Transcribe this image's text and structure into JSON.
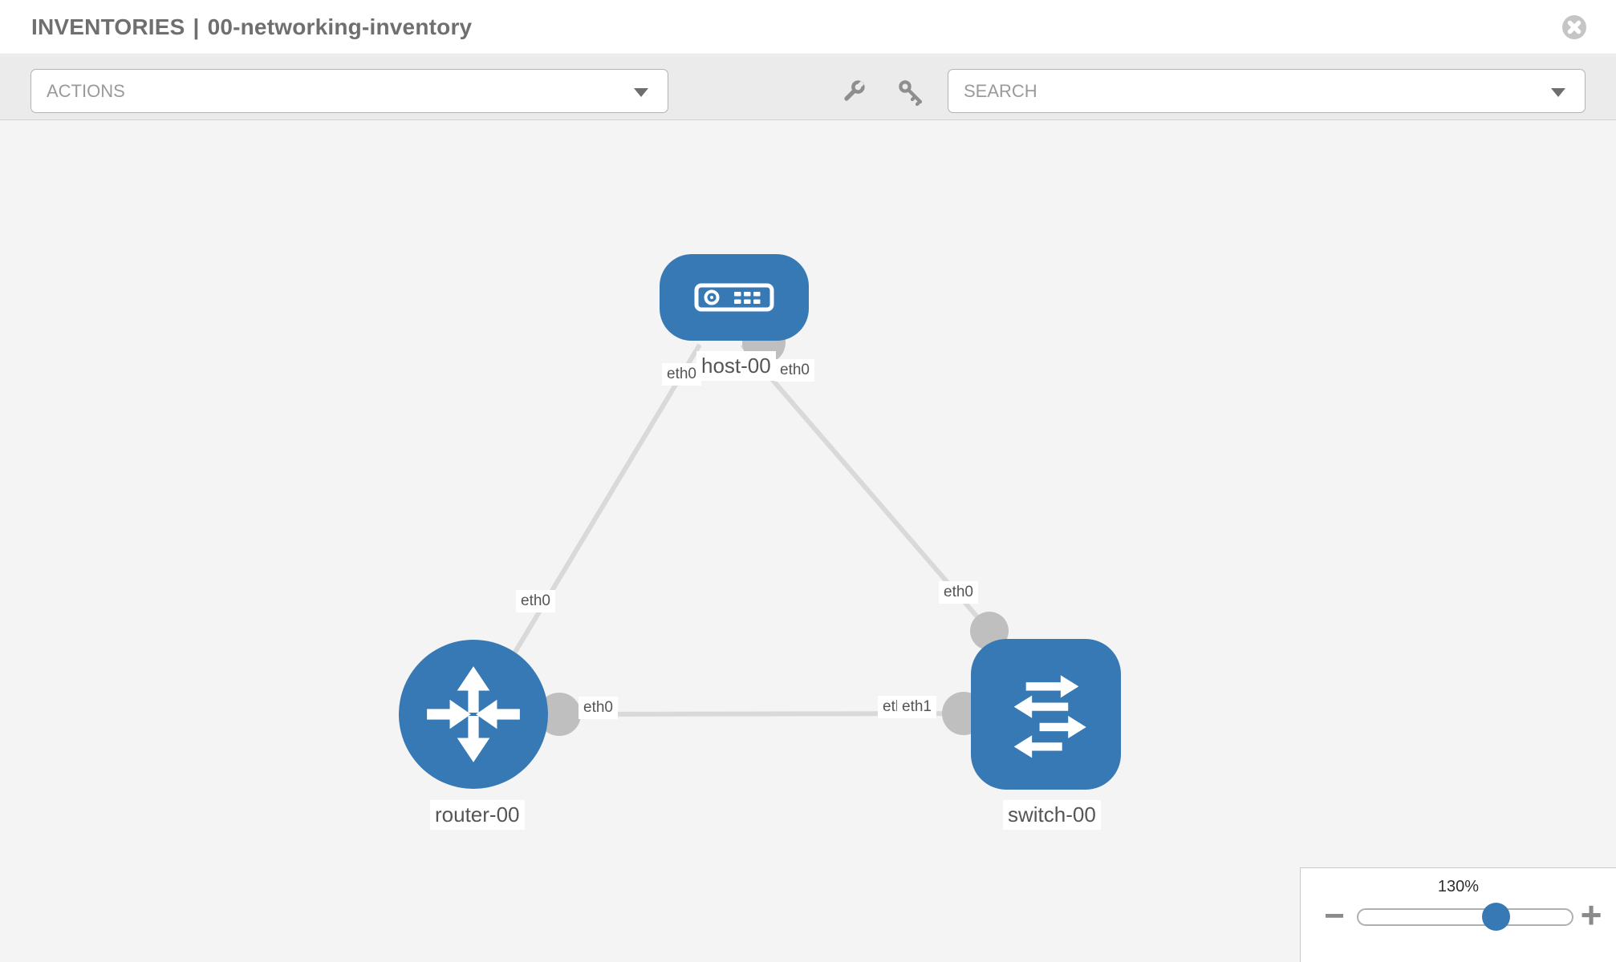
{
  "header": {
    "section": "INVENTORIES",
    "separator": "|",
    "inventory_name": "00-networking-inventory"
  },
  "toolbar": {
    "actions_label": "ACTIONS",
    "search_placeholder": "SEARCH",
    "icons": [
      "wrench-icon",
      "key-icon"
    ]
  },
  "topology": {
    "nodes": [
      {
        "id": "host-00",
        "type": "host",
        "label": "host-00"
      },
      {
        "id": "router-00",
        "type": "router",
        "label": "router-00"
      },
      {
        "id": "switch-00",
        "type": "switch",
        "label": "switch-00"
      }
    ],
    "links": [
      {
        "from": "host-00",
        "from_if": "eth0",
        "to": "router-00",
        "to_if": "eth0"
      },
      {
        "from": "host-00",
        "from_if": "eth0",
        "to": "switch-00",
        "to_if": "eth0"
      },
      {
        "from": "router-00",
        "from_if": "eth0",
        "to": "switch-00",
        "to_if": "eth1"
      }
    ],
    "occluded_interface_label": "eth0"
  },
  "zoom_control": {
    "level": "130%",
    "minus_glyph": "−",
    "plus_glyph": "+"
  },
  "colors": {
    "node_blue": "#3679b5",
    "link_gray": "#d9d9d9",
    "interface_gray": "#bfbfbf",
    "toolbar_bg": "#ebebeb",
    "canvas_bg": "#f4f4f4",
    "title_gray": "#6f6f6f"
  }
}
